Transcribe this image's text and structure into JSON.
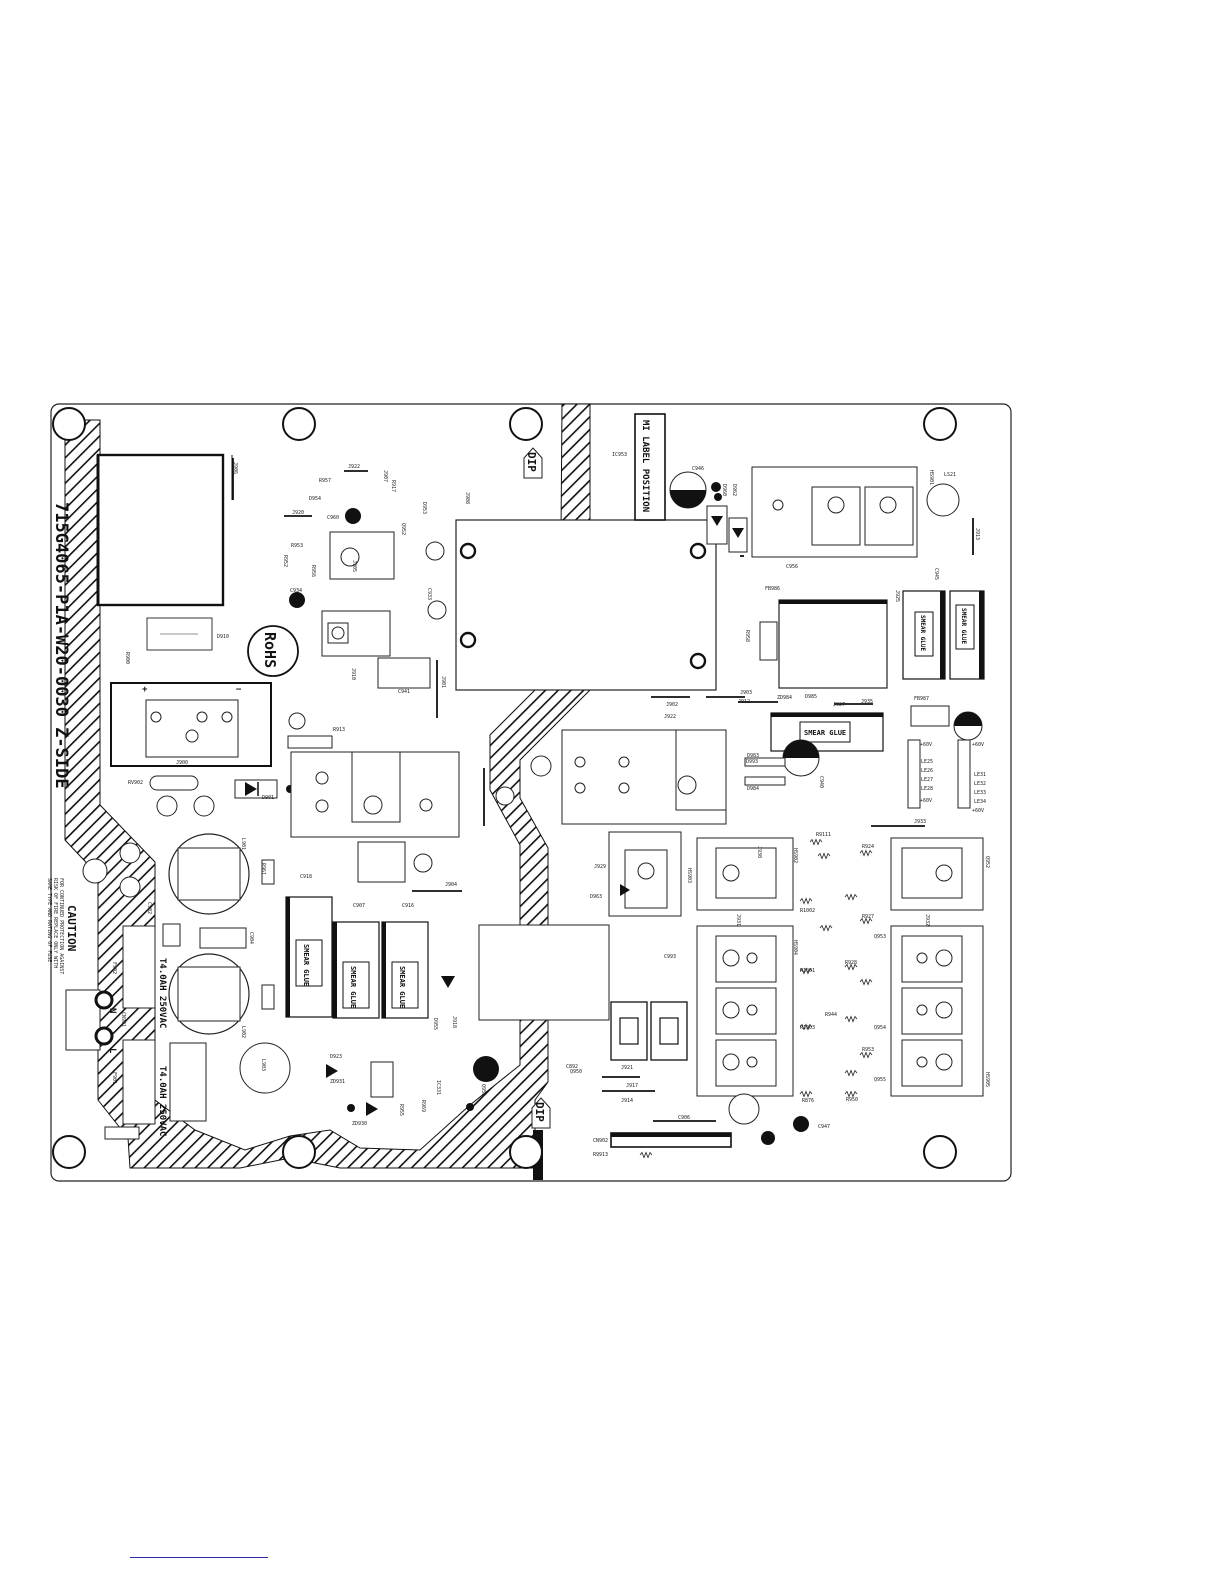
{
  "board": {
    "part_number": "715G4065-P1A-W20-0030  Z-SIDE",
    "rohs": "RoHS",
    "mi_label": "MI LABEL POSITION",
    "dip_top": "DIP",
    "dip_bottom": "DIP",
    "smear_glue": "SMEAR GLUE",
    "caution_title": "CAUTION",
    "caution_lines": [
      "FOR CONTINUED PROTECTION AGAINST",
      "RISK OF FIRE REPLACE ONLY WITH",
      "SAME TYPE AND RATING OF FUSE"
    ],
    "fuse_f902": "F902",
    "fuse_f901": "F901",
    "fuse_rating_1": "T4.0AH 250VAC",
    "fuse_rating_2": "T4.0AH 250VAC",
    "terminal_n": "N",
    "terminal_l": "L",
    "voltage_p60": "+60V",
    "voltage_p60b": "+60V",
    "voltage_p60c": "+60V",
    "voltage_p60d": "+60V"
  },
  "component_labels": [
    "R957",
    "J922",
    "R917",
    "J907",
    "D954",
    "C960",
    "J920",
    "R953",
    "R952",
    "Q952",
    "J905",
    "R956",
    "D953",
    "J908",
    "C934",
    "C933",
    "J910",
    "C941",
    "J901",
    "J904",
    "D910",
    "R900",
    "J900",
    "J906",
    "L901",
    "R961",
    "R913",
    "RV902",
    "D901",
    "L902",
    "C904",
    "C902",
    "CN901",
    "J999",
    "L903",
    "C918",
    "C907",
    "C916",
    "D955",
    "Q951",
    "J921",
    "J917",
    "J914",
    "D923",
    "R955",
    "R969",
    "R954",
    "C906",
    "J922",
    "J918",
    "Q950",
    "J902",
    "J903",
    "C945",
    "J925",
    "J912",
    "J927",
    "J935",
    "J933",
    "FB987",
    "D983",
    "D984",
    "C940",
    "LE25",
    "LE26",
    "LE27",
    "LE28",
    "LE31",
    "LE32",
    "LE33",
    "LE34",
    "R9111",
    "R924",
    "R927",
    "R1001",
    "R1002",
    "R1003",
    "R928",
    "R944",
    "R953",
    "R876",
    "R950",
    "Q952",
    "Q953",
    "Q954",
    "Q955",
    "C906",
    "C947",
    "R9913",
    "CN902",
    "J901",
    "C892",
    "ZD931",
    "ZD930",
    "C936",
    "D932",
    "IC953",
    "C946",
    "D960",
    "D962",
    "HS901",
    "LS21",
    "J913",
    "C956",
    "FB986",
    "J929",
    "D963",
    "HS903",
    "D993",
    "C993",
    "HS904",
    "HS902",
    "HS905",
    "J930",
    "J931",
    "J932",
    "ZD984",
    "D985",
    "R958",
    "IC331"
  ]
}
